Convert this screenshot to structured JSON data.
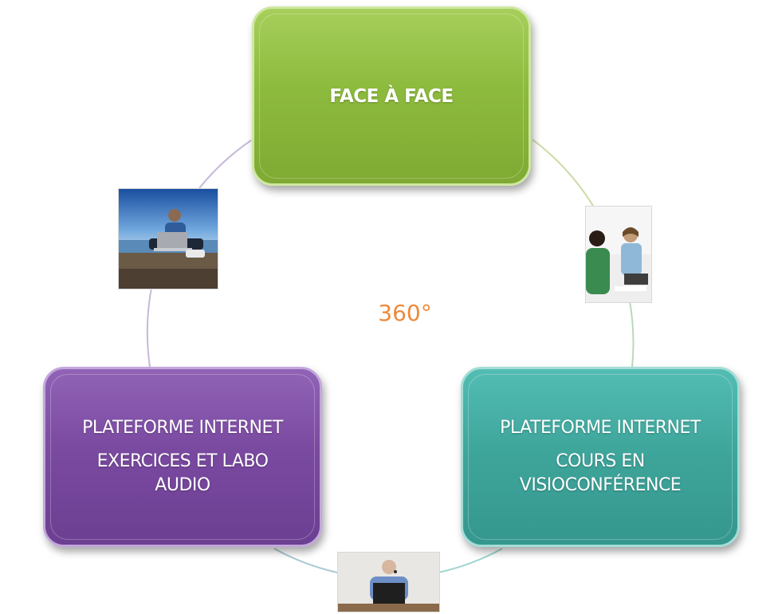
{
  "diagram": {
    "center_label": "360°",
    "boxes": {
      "top": {
        "lines": [
          "FACE À FACE"
        ],
        "color": "#8dbb3e"
      },
      "left": {
        "line1": "PLATEFORME INTERNET",
        "line2": "EXERCICES ET LABO",
        "line3": "AUDIO",
        "color": "#7a4aa1"
      },
      "right": {
        "line1": "PLATEFORME INTERNET",
        "line2": "COURS EN",
        "line3": "VISIOCONFÉRENCE",
        "color": "#3fa69c"
      }
    },
    "ring_colors": {
      "top_right": "#c9dca0",
      "right_bottom": "#9fd6cf",
      "bottom_left": "#8fcfc4",
      "left_top": "#c8b8da"
    },
    "accent_color": "#ec8a3c"
  }
}
